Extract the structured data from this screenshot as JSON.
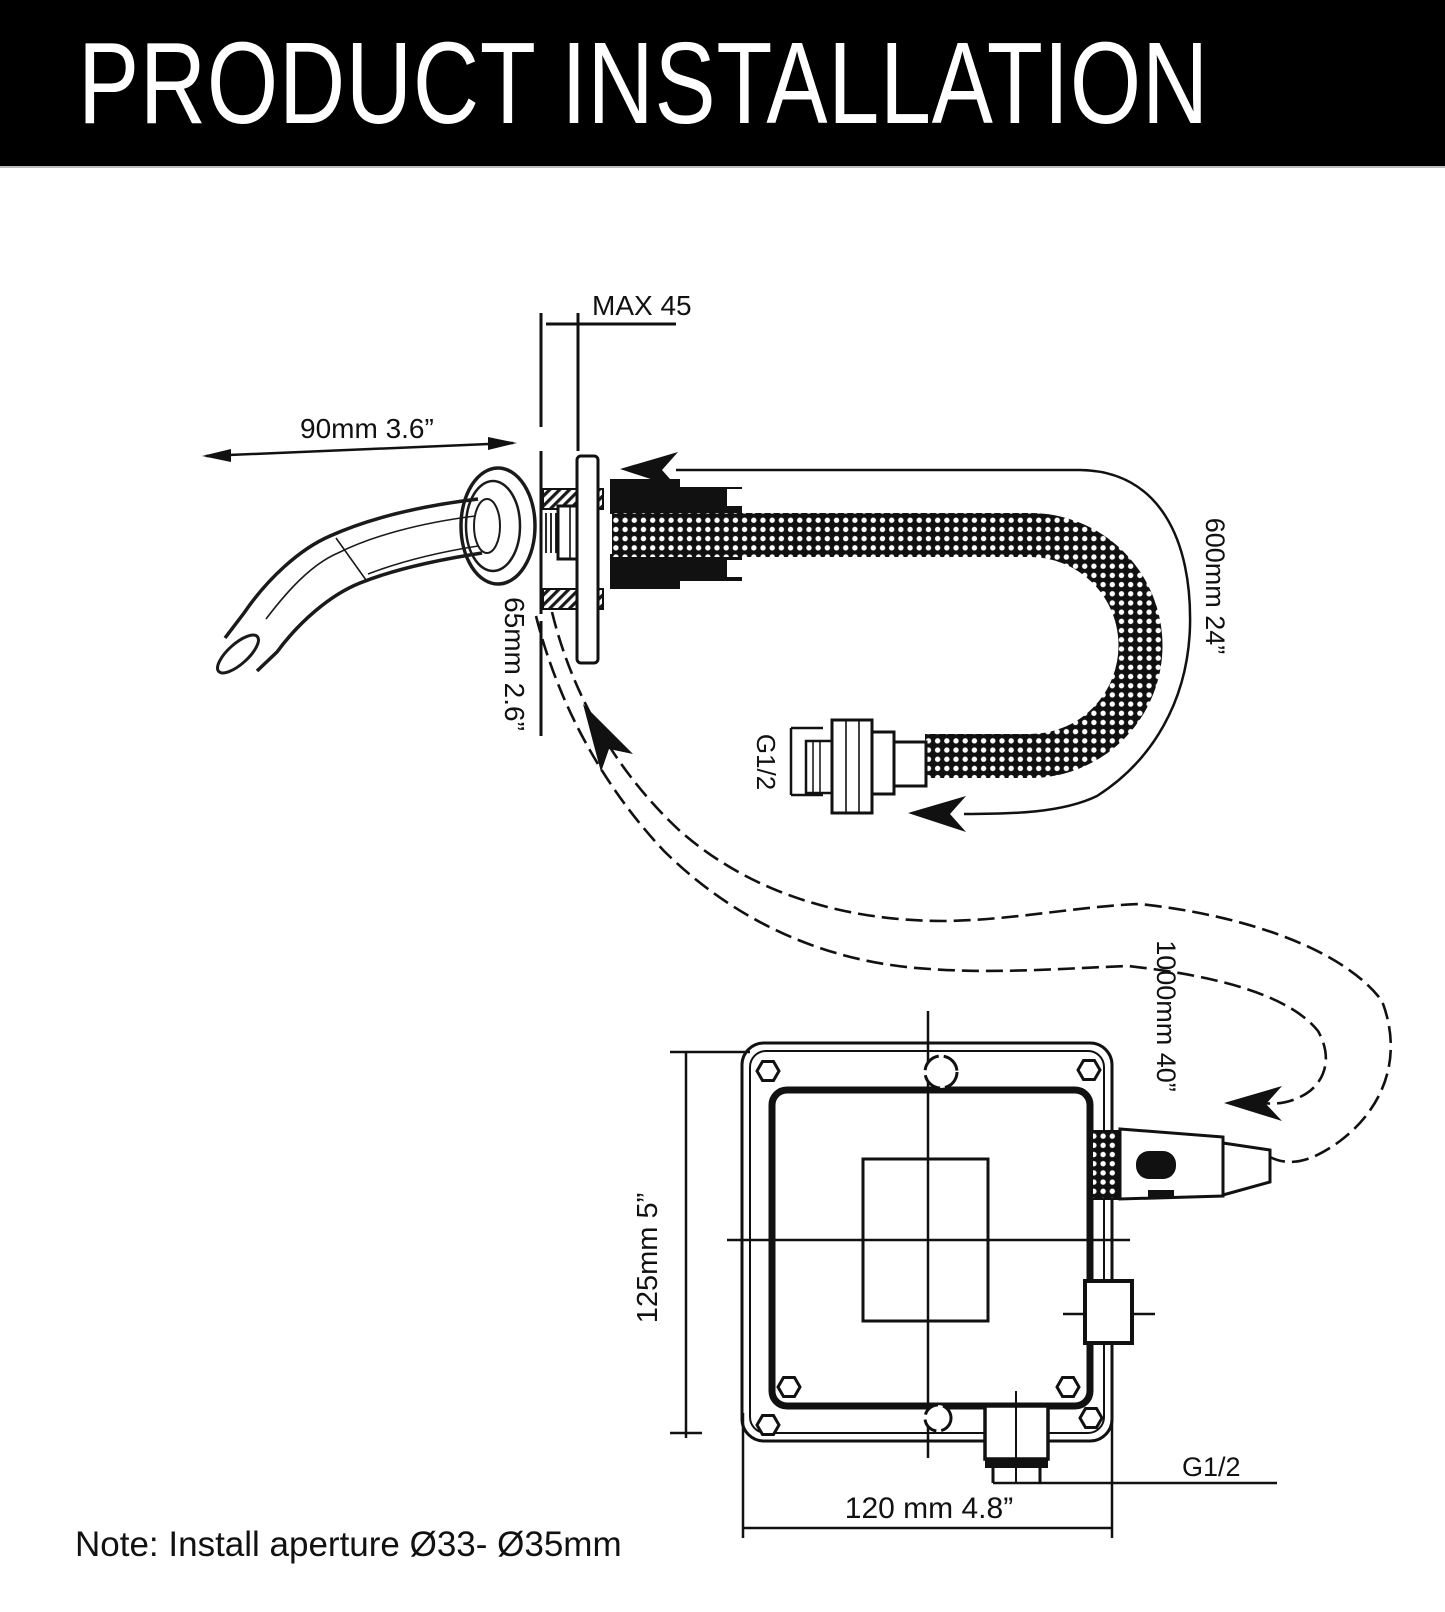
{
  "header": {
    "title": "PRODUCT INSTALLATION"
  },
  "note": "Note: Install aperture Ø33- Ø35mm",
  "dimensions": {
    "wall_max": "MAX 45",
    "spout_length": "90mm 3.6”",
    "spout_height": "65mm 2.6”",
    "hose_length": "600mm 24”",
    "hose_thread": "G1/2",
    "cable_length": "1000mm 40”",
    "box_height": "125mm 5”",
    "box_width": "120 mm 4.8”",
    "outlet_thread": "G1/2"
  },
  "colors": {
    "banner_bg": "#000000",
    "banner_text": "#ffffff",
    "line": "#111111"
  }
}
